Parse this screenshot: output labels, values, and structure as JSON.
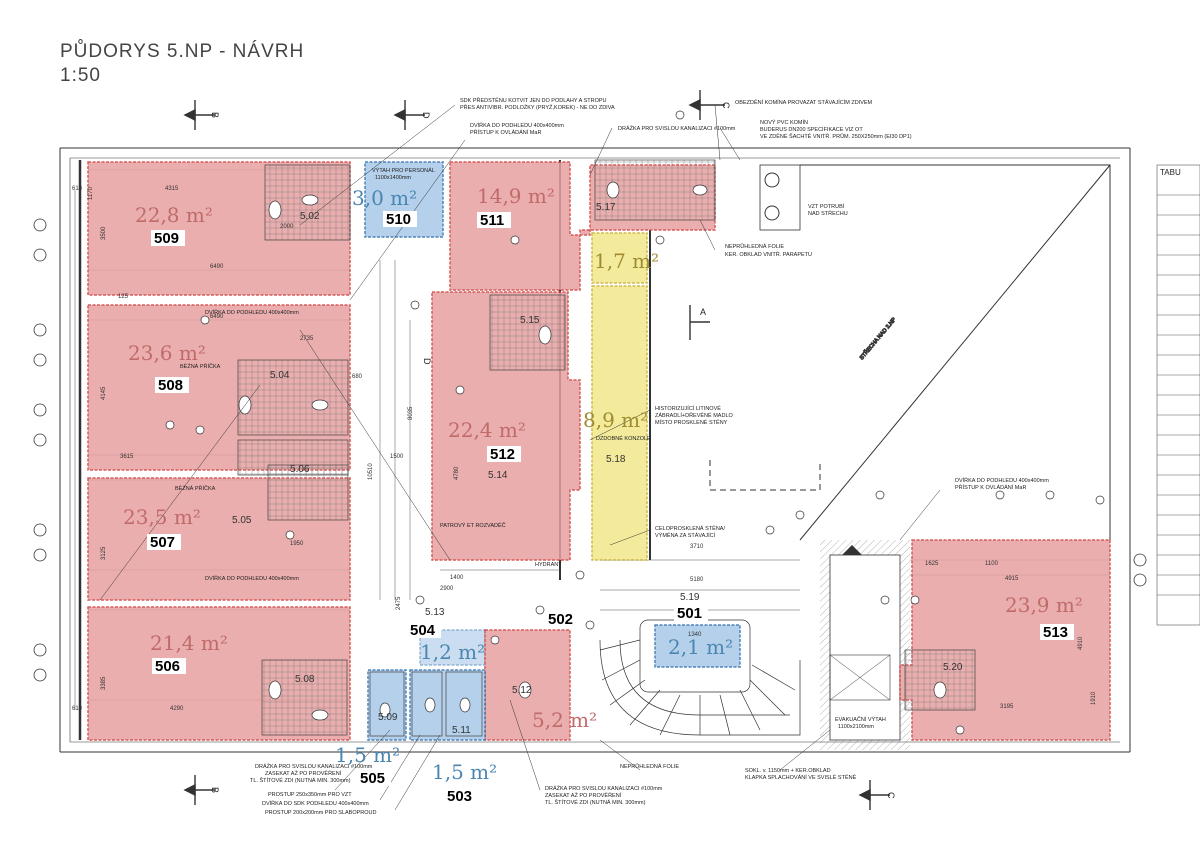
{
  "drawing": {
    "title": "PŮDORYS  5.NP - NÁVRH",
    "scale": "1:50",
    "table_label": "TABU"
  },
  "colors": {
    "red_room": "#e8a0a0",
    "red_stroke": "#d04040",
    "blue_room": "#a8c8e8",
    "blue_stroke": "#3070b0",
    "yellow_room": "#f2e88a",
    "yellow_stroke": "#c8b030",
    "area_red": "#c06a6a",
    "area_blue": "#4a86b0",
    "area_yellow": "#a08c30"
  },
  "units": [
    {
      "id": "509",
      "area": "22,8 m²",
      "room": "5.02",
      "kind": "red"
    },
    {
      "id": "510",
      "area": "3,0 m²",
      "room": "",
      "kind": "blue"
    },
    {
      "id": "511",
      "area": "14,9 m²",
      "room": "",
      "kind": "red"
    },
    {
      "id": "508",
      "area": "23,6 m²",
      "room": "5.04",
      "kind": "red"
    },
    {
      "id": "512",
      "area": "22,4 m²",
      "room": "5.14",
      "kind": "red"
    },
    {
      "id": "507",
      "area": "23,5 m²",
      "room": "5.05",
      "kind": "red"
    },
    {
      "id": "506",
      "area": "21,4 m²",
      "room": "5.08",
      "kind": "red"
    },
    {
      "id": "504",
      "area": "1,2 m²",
      "room": "5.13",
      "kind": "blue"
    },
    {
      "id": "502",
      "area": "5,2 m²",
      "room": "5.12",
      "kind": "red"
    },
    {
      "id": "501",
      "area": "2,1 m²",
      "room": "5.19",
      "kind": "blue"
    },
    {
      "id": "513",
      "area": "23,9 m²",
      "room": "",
      "kind": "red"
    },
    {
      "id": "505",
      "area": "1,5 m²",
      "room": "5.09",
      "kind": "blue"
    },
    {
      "id": "503",
      "area": "1,5 m²",
      "room": "5.11",
      "kind": "blue"
    }
  ],
  "corridor_areas": [
    {
      "area": "1,7 m²"
    },
    {
      "area": "8,9 m²",
      "room": "5.18"
    }
  ],
  "room_labels": [
    "5.06",
    "5.15",
    "5.17",
    "5.20"
  ],
  "section_marks": [
    "B",
    "D",
    "C",
    "A"
  ],
  "notes": {
    "sdk": "SDK PŘEDSTĚNU KOTVIT JEN DO PODLAHY A STROPU",
    "sdk2": "PŘES ANTIVIBR. PODLOŽKY (PRYŽ,KOREK) - NE DO ZDIVA",
    "hatch1": "DVÍŘKA DO PODHLEDU 400x400mm",
    "hatch2": "PŘÍSTUP K OVLÁDÁNÍ MaR",
    "drain": "DRÁŽKA PRO SVISLOU KANALIZACI #100mm",
    "chimney": "OBEZDĚNÍ KOMÍNA PROVAZAT STÁVAJÍCÍM ZDIVEM",
    "pvc": "NOVÝ PVC KOMÍN",
    "buderus": "BUDERUS DN200 SPECIFIKACE VIZ OT",
    "shaft": "VE ZDĚNÉ ŠACHTĚ VNITŘ. PRŮM. 250X250mm (EI30 DP1)",
    "vzt": "VZT POTRUBÍ",
    "vzt2": "NAD STŘECHU",
    "foil": "NEPRŮHLEDNÁ FOLIE",
    "parapet": "KER. OBKLAD VNITŘ. PARAPETU",
    "railing": "HISTORIZUJÍCÍ LITINOVÉ",
    "railing2": "ZÁBRADLÍ+DŘEVĚNÉ MADLO",
    "railing3": "MÍSTO PROSKLENÉ STĚNY",
    "glass": "CELOPROSKLENÁ STĚNA/",
    "glass2": "VÝMĚNA ZA STÁVAJÍCÍ",
    "roof": "STŘECHA NAD 2.NP",
    "lift": "EVAKUAČNÍ VÝTAH",
    "lift2": "1100x2100mm",
    "plinth": "SOKL. v. 1150mm + KER.OBKLAD",
    "plinth2": "KLAPKA SPLACHOVÁNÍ VE SVISLÉ STĚNĚ",
    "duct1": "PROSTUP 250x350mm PRO VZT",
    "duct2": "DVÍŘKA DO SDK PODHLEDU 400x400mm",
    "duct3": "PROSTUP 200x200mm PRO SLABOPROUD",
    "drain2": "DRÁŽKA PRO SVISLOU KANALIZACI #100mm",
    "drain3": "ZASEKAT AŽ PO PROVĚŘENÍ",
    "drain4": "TL. ŠTÍTOVÉ ZDI (NUTNÁ MIN. 300mm)",
    "personal": "VÝTAH PRO PERSONÁL",
    "personal2": "1100x1400mm",
    "hydrant": "HYDRANT",
    "partition": "BĚŽNÁ PŘÍČKA",
    "console": "DZDOBNÉ KONZOLE",
    "wardrobe": "PATROVÝ ET ROZVADĚČ"
  },
  "dimensions": [
    "4315",
    "6490",
    "3500",
    "2735",
    "4145",
    "3615",
    "3125",
    "1950",
    "4290",
    "3385",
    "1500",
    "10510",
    "8035",
    "4780",
    "2900",
    "1400",
    "3710",
    "5180",
    "1340",
    "1625",
    "1100",
    "4915",
    "4910",
    "3195",
    "1910",
    "610",
    "1170",
    "680",
    "125",
    "2475",
    "2000"
  ]
}
